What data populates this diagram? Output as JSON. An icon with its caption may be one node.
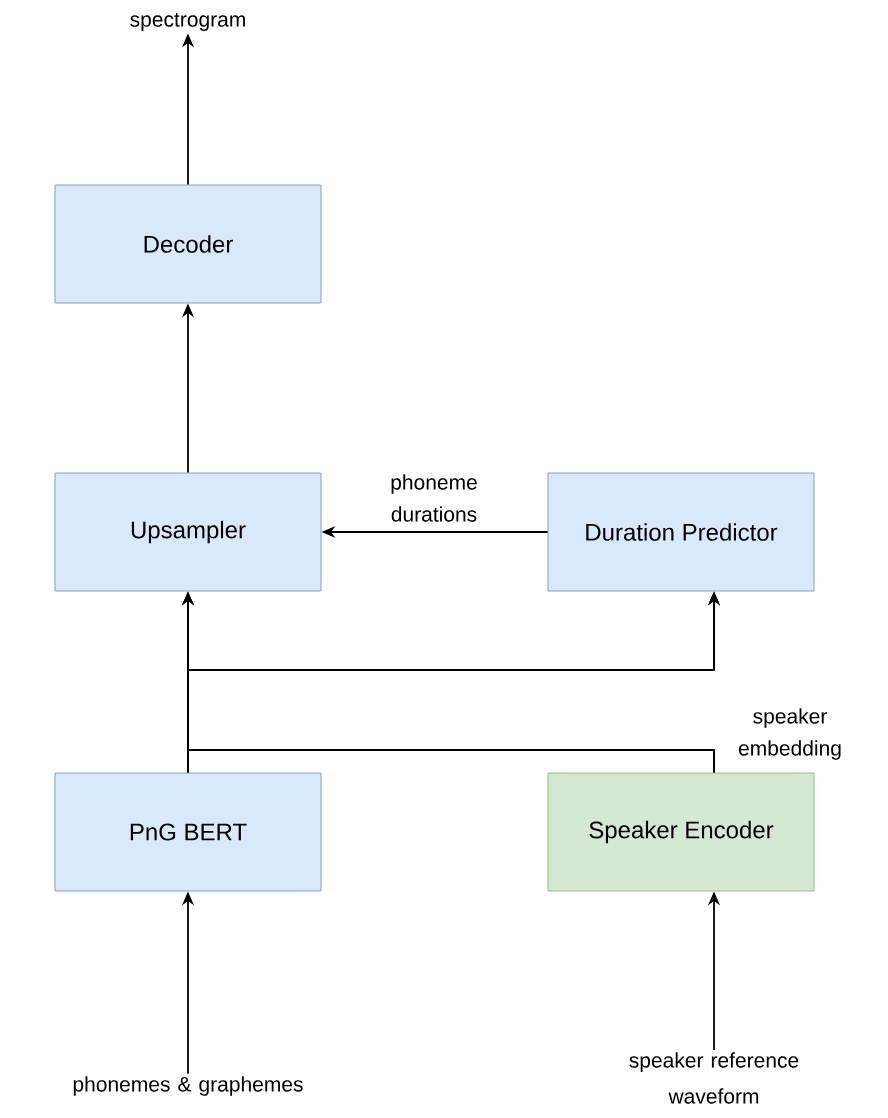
{
  "diagram": {
    "nodes": [
      {
        "text": [
          "Decoder"
        ]
      },
      {
        "text": [
          "Upsampler"
        ]
      },
      {
        "text": [
          "Duration Predictor"
        ]
      },
      {
        "text": [
          "PnG BERT"
        ]
      },
      {
        "text": [
          "Speaker Encoder"
        ]
      },
      {
        "text": [
          "spectrogram"
        ]
      },
      {
        "text": [
          "phonemes & graphemes"
        ]
      },
      {
        "text": [
          "speaker reference waveform"
        ]
      }
    ],
    "edges": [
      {
        "from": 0,
        "to": 5,
        "arrow": "to"
      },
      {
        "from": 1,
        "to": 0,
        "arrow": "to"
      },
      {
        "from": 2,
        "to": 1,
        "arrow": "to",
        "label": "phoneme durations"
      },
      {
        "from": 3,
        "to": 1,
        "arrow": "to"
      },
      {
        "from": 3,
        "to": 2,
        "arrow": "to"
      },
      {
        "from": 4,
        "to": 1,
        "arrow": "to",
        "label": "speaker embedding"
      },
      {
        "from": 4,
        "to": 2,
        "arrow": "to"
      },
      {
        "from": 6,
        "to": 3,
        "arrow": "to"
      },
      {
        "from": 7,
        "to": 4,
        "arrow": "to"
      }
    ]
  }
}
